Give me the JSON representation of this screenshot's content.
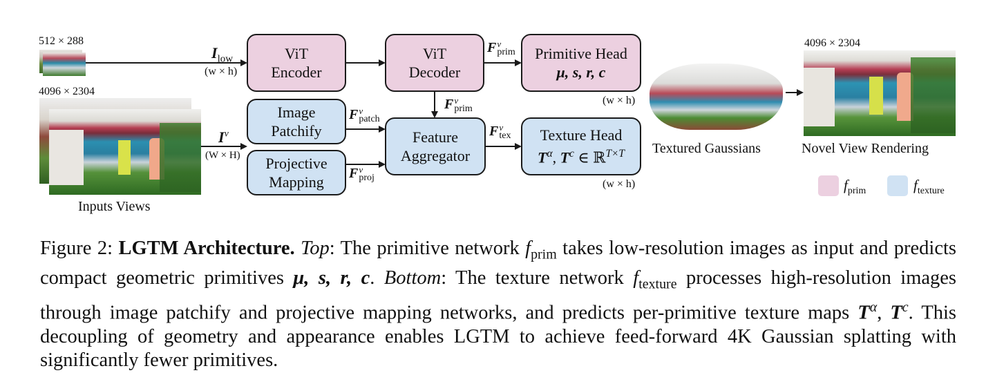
{
  "figure": {
    "inputs": {
      "low_res_label": "512 × 288",
      "high_res_label": "4096 × 2304",
      "caption": "Inputs Views"
    },
    "edges": {
      "i_low": {
        "symbol": "I",
        "subscript": "low",
        "dims": "(w × h)"
      },
      "i_v": {
        "symbol": "I",
        "superscript": "v",
        "dims": "(W × H)"
      },
      "f_prim_right": {
        "symbol": "F",
        "superscript": "v",
        "subscript": "prim"
      },
      "f_prim_down": {
        "symbol": "F",
        "superscript": "v",
        "subscript": "prim"
      },
      "f_patch": {
        "symbol": "F",
        "superscript": "v",
        "subscript": "patch"
      },
      "f_proj": {
        "symbol": "F",
        "superscript": "v",
        "subscript": "proj"
      },
      "f_tex": {
        "symbol": "F",
        "superscript": "v",
        "subscript": "tex"
      }
    },
    "blocks": {
      "vit_encoder": {
        "line1": "ViT",
        "line2": "Encoder",
        "network": "prim"
      },
      "vit_decoder": {
        "line1": "ViT",
        "line2": "Decoder",
        "network": "prim"
      },
      "primitive_head": {
        "line1": "Primitive Head",
        "line2": "μ, s, r, c",
        "dims": "(w × h)",
        "network": "prim"
      },
      "image_patchify": {
        "line1": "Image",
        "line2": "Patchify",
        "network": "texture"
      },
      "projective_mapping": {
        "line1": "Projective",
        "line2": "Mapping",
        "network": "texture"
      },
      "feature_aggregator": {
        "line1": "Feature",
        "line2": "Aggregator",
        "network": "texture"
      },
      "texture_head": {
        "line1": "Texture Head",
        "line2_a": "T",
        "line2_a_sup": "α",
        "line2_sep": ", ",
        "line2_b": "T",
        "line2_b_sup": "c",
        "line2_rest": " ∈ ℝ",
        "line2_rest_sup": "T×T",
        "dims": "(w × h)",
        "network": "texture"
      }
    },
    "outputs": {
      "gaussians_label": "Textured Gaussians",
      "render_res_label": "4096 × 2304",
      "render_label": "Novel View Rendering"
    },
    "legend": [
      {
        "symbol": "f",
        "subscript": "prim",
        "color": "#ecd0e0"
      },
      {
        "symbol": "f",
        "subscript": "texture",
        "color": "#d0e2f3"
      }
    ],
    "colors": {
      "prim": "#ecd0e0",
      "texture": "#d0e2f3",
      "stroke": "#1a1a1a"
    }
  },
  "caption": {
    "prefix": "Figure 2: ",
    "title": "LGTM Architecture.",
    "top_label": "Top",
    "text1": ": The primitive network ",
    "f_prim": "f",
    "f_prim_sub": "prim",
    "text2": " takes low-resolution images as input and predicts compact geometric primitives ",
    "prims": "μ, s, r, c",
    "text3": ". ",
    "bottom_label": "Bottom",
    "text4": ": The texture network ",
    "f_tex": "f",
    "f_tex_sub": "texture",
    "text5": " processes high-resolution images through image patchify and projective mapping networks, and predicts per-primitive texture maps ",
    "tmaps": "T",
    "tmaps_a": "α",
    "tmaps_sep": ", ",
    "tmaps_b": "T",
    "tmaps_c": "c",
    "text6": ". This decoupling of geometry and appearance enables LGTM to achieve feed-forward 4K Gaussian splatting with significantly fewer primitives."
  }
}
